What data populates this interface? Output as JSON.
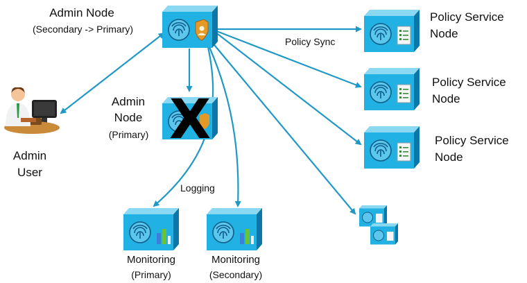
{
  "colors": {
    "line": "#1f98c6",
    "box_top": "#8ad8f2",
    "box_front": "#21b1e2",
    "box_side": "#0b76a8",
    "fingerprint": "#0d5d89",
    "paper": "#f4f6f8",
    "paper_line": "#3a8a3a",
    "shield": "#e59a28",
    "bar_blue": "#3b7fd9",
    "bar_green": "#6ac23a",
    "x_mark": "#000000"
  },
  "nodes": {
    "admin_secondary": {
      "title": "Admin Node",
      "subtitle": "(Secondary -> Primary)",
      "icon": "admin-shield-icon"
    },
    "admin_primary": {
      "line1": "Admin",
      "line2": "Node",
      "subtitle": "(Primary)",
      "status_mark": "X",
      "icon": "admin-shield-icon"
    },
    "admin_user": {
      "line1": "Admin",
      "line2": "User",
      "icon": "admin-user-icon"
    },
    "psn": [
      {
        "line1": "Policy Service",
        "line2": "Node",
        "icon": "policy-document-icon"
      },
      {
        "line1": "Policy Service",
        "line2": "Node",
        "icon": "policy-document-icon"
      },
      {
        "line1": "Policy Service",
        "line2": "Node",
        "icon": "policy-document-icon"
      }
    ],
    "monitoring_primary": {
      "title": "Monitoring",
      "subtitle": "(Primary)",
      "icon": "bar-chart-icon"
    },
    "monitoring_secondary": {
      "title": "Monitoring",
      "subtitle": "(Secondary)",
      "icon": "bar-chart-icon"
    }
  },
  "edge_labels": {
    "policy_sync": "Policy Sync",
    "logging": "Logging"
  }
}
